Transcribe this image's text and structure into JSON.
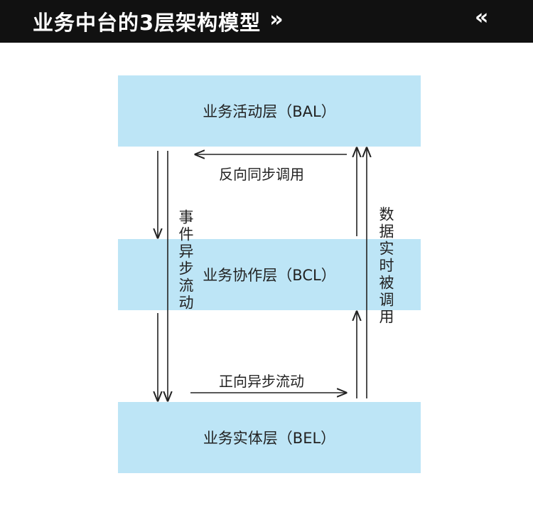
{
  "header": {
    "title": "业务中台的3层架构模型",
    "chevron_right": "»",
    "chevron_left": "«",
    "background": "#111111"
  },
  "layers": [
    {
      "label": "业务活动层（BAL）"
    },
    {
      "label": "业务协作层（BCL）"
    },
    {
      "label": "业务实体层（BEL）"
    }
  ],
  "labels": {
    "reverse_sync": "反向同步调用",
    "event_async": "事件异步流动",
    "data_realtime": "数据实时被调用",
    "forward_async": "正向异步流动"
  },
  "colors": {
    "layer_fill": "#bde5f6",
    "arrow": "#222222"
  }
}
